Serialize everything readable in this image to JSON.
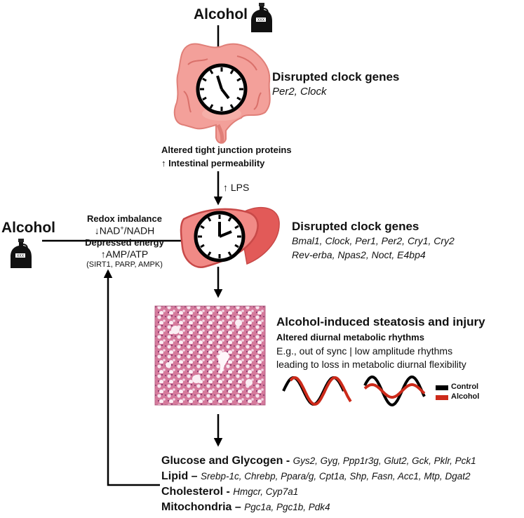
{
  "top_alcohol": "Alcohol",
  "gut": {
    "heading": "Disrupted clock genes",
    "genes": "Per2, Clock"
  },
  "barrier": {
    "line1": "Altered tight junction proteins",
    "line2": "↑ Intestinal permeability"
  },
  "lps": "↑ LPS",
  "left_alcohol": "Alcohol",
  "redox": {
    "heading": "Redox imbalance",
    "nad_prefix": "↓NAD",
    "nad_sup": "+",
    "nad_suffix": "/NADH",
    "energy": "Depressed energy",
    "amp": "↑AMP/ATP",
    "enzymes": "(SIRT1, PARP, AMPK)"
  },
  "liver": {
    "heading": "Disrupted clock genes",
    "genes_line1": "Bmal1, Clock, Per1, Per2, Cry1, Cry2",
    "genes_line2": "Rev-erba, Npas2, Noct, E4bp4"
  },
  "steatosis": {
    "heading": "Alcohol-induced steatosis and injury",
    "subheading": "Altered diurnal metabolic rhythms",
    "desc1": "E.g., out of sync | low amplitude rhythms",
    "desc2": "leading to loss in metabolic diurnal flexibility"
  },
  "legend": {
    "control": "Control",
    "alcohol": "Alcohol",
    "control_color": "#000000",
    "alcohol_color": "#cc2a1a"
  },
  "pathways": [
    {
      "name": "Glucose and Glycogen",
      "sep": " - ",
      "genes": "Gys2, Gyg, Ppp1r3g, Glut2, Gck, Pklr, Pck1"
    },
    {
      "name": "Lipid",
      "sep": " – ",
      "genes": "Srebp-1c, Chrebp, Ppara/g, Cpt1a, Shp, Fasn, Acc1, Mtp, Dgat2"
    },
    {
      "name": "Cholesterol",
      "sep": " - ",
      "genes": "Hmgcr, Cyp7a1"
    },
    {
      "name": "Mitochondria",
      "sep": " – ",
      "genes": "Pgc1a, Pgc1b, Pdk4"
    }
  ],
  "icons": {
    "bottle": "alcohol-bottle-icon",
    "clock": "clock-icon",
    "colon": "colon-illustration",
    "liver": "liver-illustration",
    "histology": "liver-histology-image"
  }
}
